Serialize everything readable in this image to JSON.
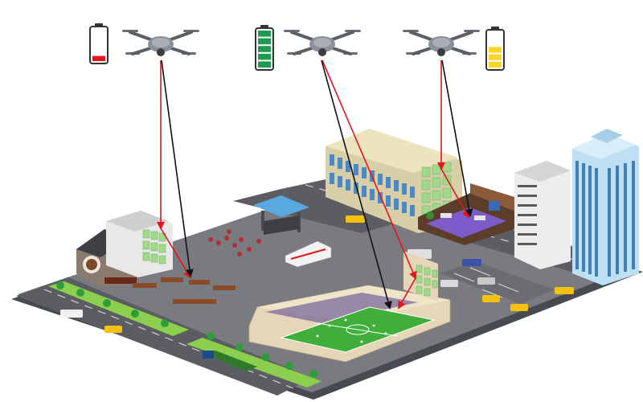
{
  "colors": {
    "road": "#5b5d62",
    "road_line": "#c9c9c9",
    "ground": "#7a7b80",
    "grass": "#8ccf4e",
    "field": "#3fae3a",
    "stands": "#e6d6b8",
    "arrow_red": "#e8131b",
    "arrow_black": "#111111",
    "glass": "#9fd98a"
  },
  "drones": [
    {
      "id": "left",
      "battery_level": 0.2,
      "battery_color": "#e8131b"
    },
    {
      "id": "center",
      "battery_level": 1.0,
      "battery_color": "#1f9a52"
    },
    {
      "id": "right",
      "battery_level": 0.6,
      "battery_color": "#ffd52a"
    }
  ],
  "icons": [
    "drone-icon",
    "battery-icon",
    "stadium-icon",
    "cafe-icon",
    "office-building-icon",
    "skyscraper-icon",
    "taxi-icon",
    "bus-stop-icon"
  ]
}
